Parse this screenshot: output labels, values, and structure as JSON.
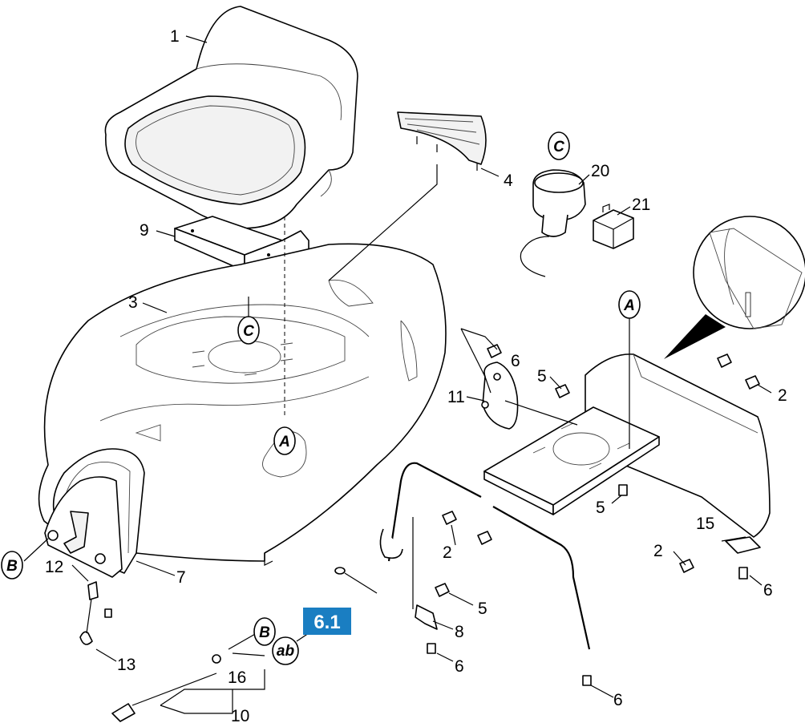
{
  "figure": {
    "badge": "6.1",
    "badge_color": "#1a7ec2",
    "part_labels": [
      {
        "id": "p1",
        "text": "1"
      },
      {
        "id": "p2a",
        "text": "2"
      },
      {
        "id": "p2b",
        "text": "2"
      },
      {
        "id": "p2c",
        "text": "2"
      },
      {
        "id": "p3",
        "text": "3"
      },
      {
        "id": "p4",
        "text": "4"
      },
      {
        "id": "p5a",
        "text": "5"
      },
      {
        "id": "p5b",
        "text": "5"
      },
      {
        "id": "p5c",
        "text": "5"
      },
      {
        "id": "p6a",
        "text": "6"
      },
      {
        "id": "p6b",
        "text": "6"
      },
      {
        "id": "p6c",
        "text": "6"
      },
      {
        "id": "p6d",
        "text": "6"
      },
      {
        "id": "p7",
        "text": "7"
      },
      {
        "id": "p8",
        "text": "8"
      },
      {
        "id": "p9",
        "text": "9"
      },
      {
        "id": "p10",
        "text": "10"
      },
      {
        "id": "p11",
        "text": "11"
      },
      {
        "id": "p12",
        "text": "12"
      },
      {
        "id": "p13",
        "text": "13"
      },
      {
        "id": "p15",
        "text": "15"
      },
      {
        "id": "p16",
        "text": "16"
      },
      {
        "id": "p20",
        "text": "20"
      },
      {
        "id": "p21",
        "text": "21"
      }
    ],
    "callouts": [
      {
        "id": "cA1",
        "text": "A"
      },
      {
        "id": "cA2",
        "text": "A"
      },
      {
        "id": "cB1",
        "text": "B"
      },
      {
        "id": "cB2",
        "text": "B"
      },
      {
        "id": "cC1",
        "text": "C"
      },
      {
        "id": "cC2",
        "text": "C"
      },
      {
        "id": "cab",
        "text": "ab"
      }
    ]
  }
}
